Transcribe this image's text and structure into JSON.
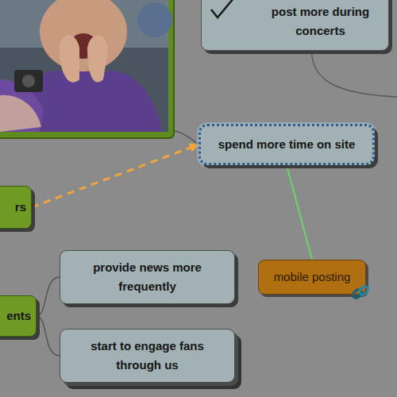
{
  "diagram": {
    "nodes": [
      {
        "text": [
          "post more during concerts"
        ]
      },
      {
        "text": [
          "spend more time on site"
        ]
      },
      {
        "text": [
          "rs"
        ]
      },
      {
        "text": [
          "provide news more frequently"
        ]
      },
      {
        "text": [
          "mobile posting"
        ]
      },
      {
        "text": [
          "ents"
        ]
      },
      {
        "text": [
          "start to engage fans through us"
        ]
      }
    ],
    "edges": [
      {
        "from": 2,
        "to": 1,
        "arrow": "to"
      },
      {
        "from": 1,
        "to": 4,
        "arrow": "none"
      },
      {
        "from": 5,
        "to": 3,
        "arrow": "none"
      },
      {
        "from": 5,
        "to": 6,
        "arrow": "none"
      }
    ]
  }
}
